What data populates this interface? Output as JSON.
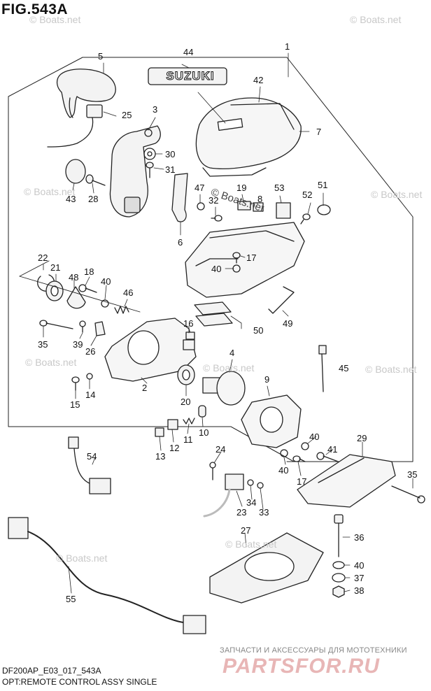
{
  "figure": {
    "title": "FIG.543A"
  },
  "footer": {
    "code": "DF200AP_E03_017_543A",
    "caption": "OPT:REMOTE CONTROL ASSY SINGLE"
  },
  "brand": {
    "tagline": "ЗАПЧАСТИ И АКСЕССУАРЫ ДЛЯ МОТОТЕХНИКИ",
    "name": "PARTSFOR.RU",
    "color": "#e8b6b6"
  },
  "watermark": {
    "text": "© Boats.net"
  },
  "emblem": {
    "text": "SUZUKI"
  },
  "callouts": [
    {
      "id": "1",
      "label": "1"
    },
    {
      "id": "2",
      "label": "2"
    },
    {
      "id": "3",
      "label": "3"
    },
    {
      "id": "4",
      "label": "4"
    },
    {
      "id": "5",
      "label": "5"
    },
    {
      "id": "6",
      "label": "6"
    },
    {
      "id": "7",
      "label": "7"
    },
    {
      "id": "8",
      "label": "8"
    },
    {
      "id": "9",
      "label": "9"
    },
    {
      "id": "10",
      "label": "10"
    },
    {
      "id": "11",
      "label": "11"
    },
    {
      "id": "12",
      "label": "12"
    },
    {
      "id": "13",
      "label": "13"
    },
    {
      "id": "14",
      "label": "14"
    },
    {
      "id": "15",
      "label": "15"
    },
    {
      "id": "16",
      "label": "16"
    },
    {
      "id": "17a",
      "label": "17"
    },
    {
      "id": "17b",
      "label": "17"
    },
    {
      "id": "18",
      "label": "18"
    },
    {
      "id": "19",
      "label": "19"
    },
    {
      "id": "20",
      "label": "20"
    },
    {
      "id": "21",
      "label": "21"
    },
    {
      "id": "22",
      "label": "22"
    },
    {
      "id": "23",
      "label": "23"
    },
    {
      "id": "24",
      "label": "24"
    },
    {
      "id": "25",
      "label": "25"
    },
    {
      "id": "26",
      "label": "26"
    },
    {
      "id": "27",
      "label": "27"
    },
    {
      "id": "28",
      "label": "28"
    },
    {
      "id": "29",
      "label": "29"
    },
    {
      "id": "30",
      "label": "30"
    },
    {
      "id": "31",
      "label": "31"
    },
    {
      "id": "32",
      "label": "32"
    },
    {
      "id": "33",
      "label": "33"
    },
    {
      "id": "34",
      "label": "34"
    },
    {
      "id": "35a",
      "label": "35"
    },
    {
      "id": "35b",
      "label": "35"
    },
    {
      "id": "36",
      "label": "36"
    },
    {
      "id": "37",
      "label": "37"
    },
    {
      "id": "38",
      "label": "38"
    },
    {
      "id": "39",
      "label": "39"
    },
    {
      "id": "40a",
      "label": "40"
    },
    {
      "id": "40b",
      "label": "40"
    },
    {
      "id": "40c",
      "label": "40"
    },
    {
      "id": "40d",
      "label": "40"
    },
    {
      "id": "40e",
      "label": "40"
    },
    {
      "id": "41",
      "label": "41"
    },
    {
      "id": "42",
      "label": "42"
    },
    {
      "id": "43",
      "label": "43"
    },
    {
      "id": "44",
      "label": "44"
    },
    {
      "id": "45",
      "label": "45"
    },
    {
      "id": "46",
      "label": "46"
    },
    {
      "id": "47",
      "label": "47"
    },
    {
      "id": "48",
      "label": "48"
    },
    {
      "id": "49",
      "label": "49"
    },
    {
      "id": "50",
      "label": "50"
    },
    {
      "id": "51",
      "label": "51"
    },
    {
      "id": "52",
      "label": "52"
    },
    {
      "id": "53",
      "label": "53"
    },
    {
      "id": "54",
      "label": "54"
    },
    {
      "id": "55",
      "label": "55"
    }
  ]
}
